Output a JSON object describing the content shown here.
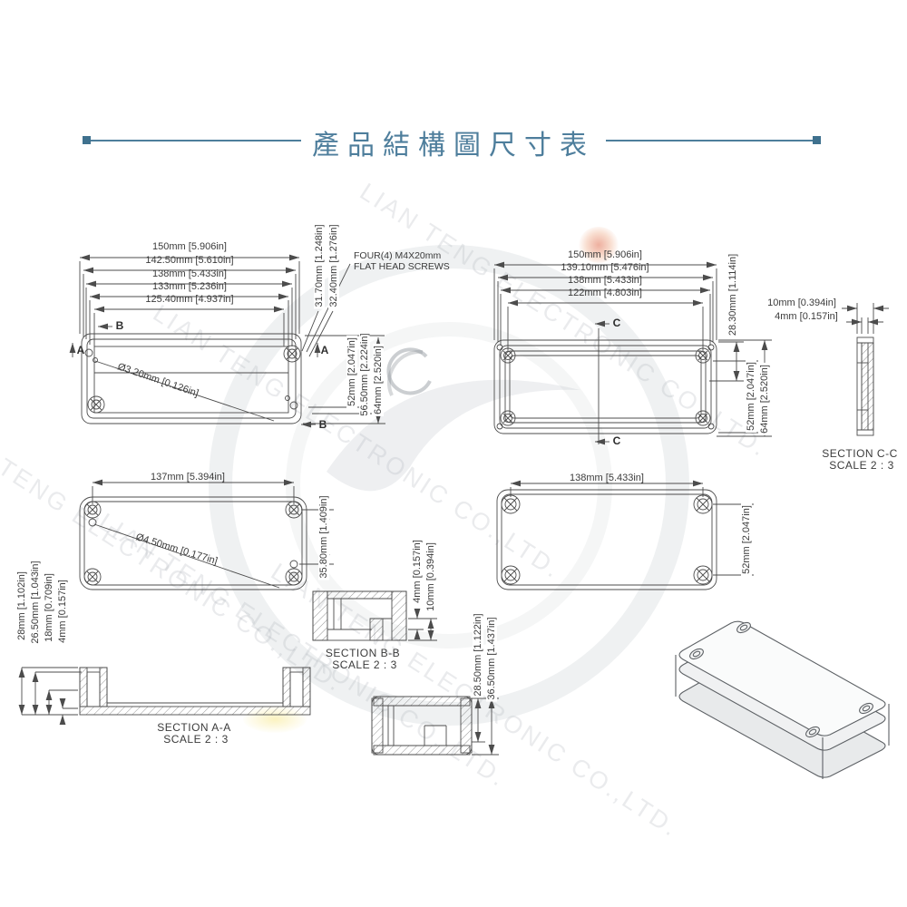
{
  "title": "產品結構圖尺寸表",
  "watermark": {
    "text": "LIAN TENG ELECTRONIC CO.,LTD."
  },
  "marks": {
    "a": "A",
    "b": "B",
    "c": "C"
  },
  "note": {
    "line1": "FOUR(4) M4X20mm",
    "line2": "FLAT HEAD SCREWS"
  },
  "views": {
    "front_lid": {
      "dims_h": [
        "150mm [5.906in]",
        "142.50mm [5.610in]",
        "138mm [5.433in]",
        "133mm [5.236in]",
        "125.40mm [4.937in]"
      ],
      "dims_rot": [
        "31.70mm [1.248in]",
        "32.40mm [1.276in]"
      ],
      "dims_v": [
        "52mm [2.047in]",
        "56.50mm [2.224in]",
        "64mm [2.520in]"
      ],
      "hole": "Ø3.20mm [0.126in]"
    },
    "front_base": {
      "dims_h": [
        "150mm [5.906in]",
        "139.10mm [5.476in]",
        "138mm [5.433in]",
        "122mm [4.803in]"
      ],
      "dim_depth": "28.30mm [1.114in]",
      "dims_v": [
        "52mm [2.047in]",
        "64mm [2.520in]"
      ]
    },
    "section_cc": {
      "label": "SECTION C-C",
      "scale": "SCALE 2 : 3",
      "dims": [
        "10mm [0.394in]",
        "4mm [0.157in]"
      ]
    },
    "lid_back": {
      "dim_w": "137mm [5.394in]",
      "dim_h": "35.80mm [1.409in]",
      "hole": "Ø4.50mm [0.177in]"
    },
    "base_back": {
      "dim_w": "138mm [5.433in]",
      "dim_h": "52mm [2.047in]"
    },
    "section_aa": {
      "label": "SECTION A-A",
      "scale": "SCALE 2 : 3",
      "dims": [
        "28mm [1.102in]",
        "26.50mm [1.043in]",
        "18mm [0.709in]",
        "4mm [0.157in]"
      ]
    },
    "section_bb": {
      "label": "SECTION B-B",
      "scale": "SCALE 2 : 3",
      "dims": [
        "4mm [0.157in]",
        "10mm [0.394in]"
      ]
    },
    "side_section": {
      "dims": [
        "28.50mm [1.122in]",
        "36.50mm [1.437in]"
      ]
    }
  },
  "colors": {
    "accent": "#4e7e9c",
    "line": "#4c4c4c",
    "watermark": "#969da3"
  }
}
